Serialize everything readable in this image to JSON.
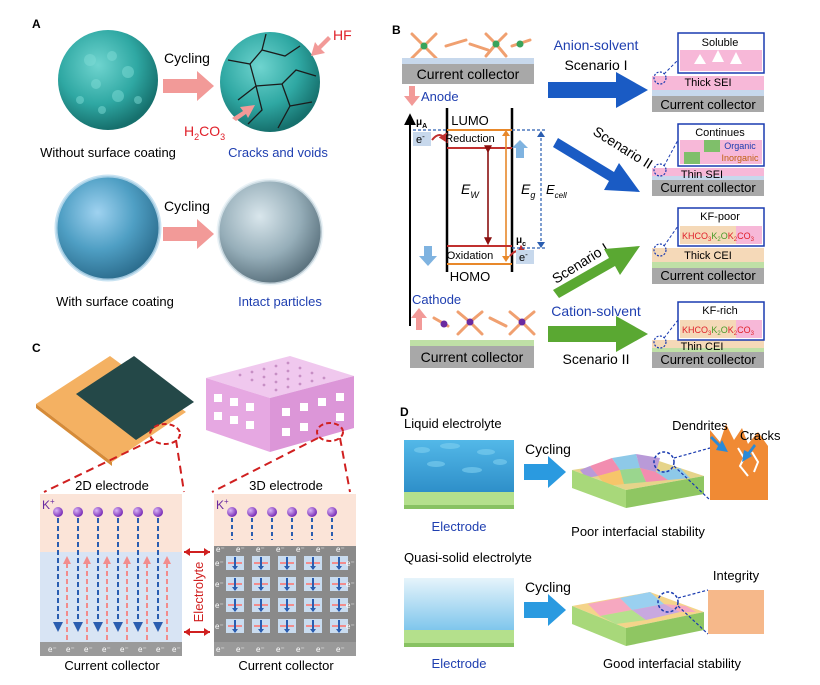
{
  "panel_a": {
    "letter": "A",
    "cycling_top": "Cycling",
    "cycling_bottom": "Cycling",
    "hf": "HF",
    "h2co3_main": "H",
    "h2co3_sub1": "2",
    "h2co3_mid": "CO",
    "h2co3_sub2": "3",
    "without_coating": "Without surface coating",
    "cracks_voids": "Cracks and voids",
    "with_coating": "With surface coating",
    "intact": "Intact particles"
  },
  "panel_b": {
    "letter": "B",
    "current_collector_top": "Current collector",
    "anode": "Anode",
    "lumo": "LUMO",
    "homo": "HOMO",
    "reduction": "Reduction",
    "oxidation": "Oxidation",
    "mu_a": "μ",
    "mu_a_sub": "A",
    "mu_c": "μ",
    "mu_c_sub": "c",
    "e_minus": "e",
    "ew": "E",
    "ew_sub": "W",
    "eg": "E",
    "eg_sub": "g",
    "ecell": "E",
    "ecell_sub": "cell",
    "cathode": "Cathode",
    "current_collector_bottom": "Current collector",
    "anion_solvent": "Anion-solvent",
    "scenario_1_top": "Scenario I",
    "scenario_2_top": "Scenario II",
    "scenario_1_bottom": "Scenario I",
    "cation_solvent": "Cation-solvent",
    "scenario_2_bottom": "Scenario II",
    "box1": {
      "label": "Soluble",
      "layer": "Thick SEI",
      "cc": "Current collector"
    },
    "box2": {
      "label": "Continues",
      "organic": "Organic",
      "inorganic": "Inorganic",
      "layer": "Thin SEI",
      "cc": "Current collector"
    },
    "box3": {
      "label": "KF-poor",
      "khco3": "KHCO",
      "k2o": "K",
      "k2co3": "K",
      "layer": "Thick CEI",
      "cc": "Current collector"
    },
    "box4": {
      "label": "KF-rich",
      "khco3": "KHCO",
      "k2o": "K",
      "k2co3": "K",
      "layer": "Thin CEI",
      "cc": "Current collector"
    }
  },
  "panel_c": {
    "letter": "C",
    "electrode_2d": "2D electrode",
    "electrode_3d": "3D electrode",
    "k_plus_1": "K",
    "k_plus_2": "K",
    "electrolyte": "Electrolyte",
    "cc_left": "Current collector",
    "cc_right": "Current collector",
    "e_label": "e"
  },
  "panel_d": {
    "letter": "D",
    "liquid": "Liquid electrolyte",
    "cycling_1": "Cycling",
    "dendrites": "Dendrites",
    "cracks": "Cracks",
    "electrode_1": "Electrode",
    "poor": "Poor interfacial stability",
    "quasi": "Quasi-solid electrolyte",
    "cycling_2": "Cycling",
    "integrity": "Integrity",
    "electrode_2": "Electrode",
    "good": "Good interfacial stability"
  },
  "colors": {
    "blue_text": "#1f3fb0",
    "red_text": "#e0202a",
    "arrow_pink": "#f29a98",
    "arrow_blue": "#1a5bc4",
    "arrow_green": "#5aa832",
    "cc_gray": "#a8a8a8"
  }
}
